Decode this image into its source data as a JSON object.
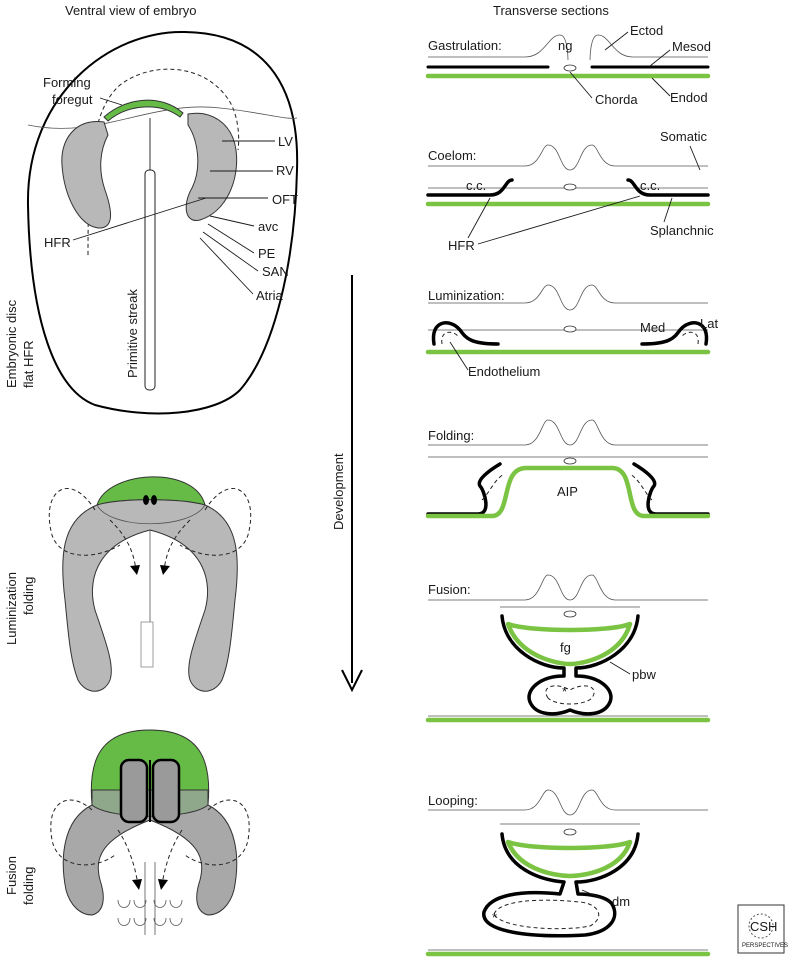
{
  "headers": {
    "left": "Ventral view of embryo",
    "right": "Transverse sections"
  },
  "left_panels": {
    "flat": {
      "side_label_1": "Embryonic disc",
      "side_label_2": "flat HFR",
      "labels": {
        "forming_1": "Forming",
        "forming_2": "foregut",
        "lv": "LV",
        "rv": "RV",
        "oft": "OFT",
        "avc": "avc",
        "pe": "PE",
        "san": "SAN",
        "atria": "Atria",
        "hfr": "HFR",
        "primitive_streak": "Primitive streak"
      }
    },
    "luminization": {
      "side_label_1": "Luminization",
      "side_label_2": "folding"
    },
    "fusion": {
      "side_label_1": "Fusion",
      "side_label_2": "folding"
    }
  },
  "arrow_label": "Development",
  "sections": {
    "gastrulation": {
      "title": "Gastrulation:",
      "ng": "ng",
      "ectod": "Ectod",
      "mesod": "Mesod",
      "chorda": "Chorda",
      "endod": "Endod"
    },
    "coelom": {
      "title": "Coelom:",
      "somatic": "Somatic",
      "cc_left": "c.c.",
      "cc_right": "c.c.",
      "hfr": "HFR",
      "splanchnic": "Splanchnic"
    },
    "luminization": {
      "title": "Luminization:",
      "med": "Med",
      "lat": "Lat",
      "endothelium": "Endothelium"
    },
    "folding": {
      "title": "Folding:",
      "aip": "AIP"
    },
    "fusion": {
      "title": "Fusion:",
      "fg": "fg",
      "pbw": "pbw",
      "star": "*"
    },
    "looping": {
      "title": "Looping:",
      "dm": "dm",
      "star": "*"
    }
  },
  "logo": {
    "text_1": "CSH",
    "text_2": "PERSPECTIVES"
  },
  "colors": {
    "endoderm": "#7bc342",
    "heart_field": "#b8b8b8",
    "foregut": "#66bb47"
  }
}
